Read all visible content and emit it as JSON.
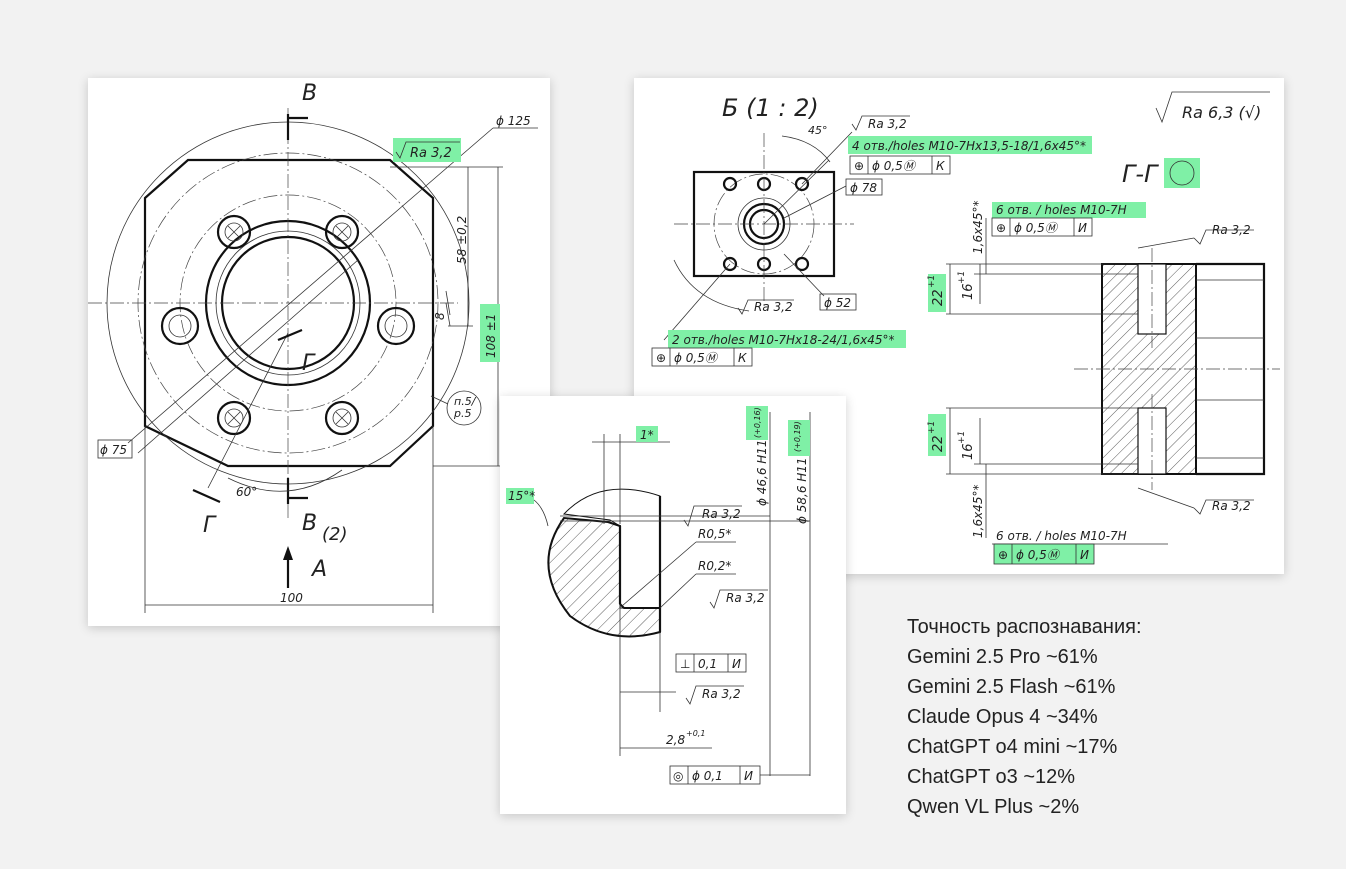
{
  "front_view": {
    "section_label_top": "В",
    "section_label_bottom": "В",
    "section_label_bottom_sub": "(2)",
    "view_label": "А",
    "cut_label": "Г",
    "cut_label_center": "Г",
    "d125": "ϕ 125",
    "d75": "ϕ 75",
    "ra": "Ra 3,2",
    "dim58": "58 ±0,2",
    "dim108": "108 ±1",
    "dim8": "8",
    "dim100": "100",
    "angle60": "60°",
    "note_p5": "п.5/",
    "note_p5b": "р.5"
  },
  "detail_b": {
    "title": "Б (1 : 2)",
    "angle45": "45°",
    "ra_top": "Ra 3,2",
    "holes4": "4 отв./holes M10-7Hx13,5-18/1,6x45°*",
    "tol_top": [
      "⊕",
      "ϕ 0,5Ⓜ",
      "К"
    ],
    "d78": "ϕ 78",
    "d52": "ϕ 52",
    "ra_bottom": "Ra 3,2",
    "holes2": "2 отв./holes M10-7Hx18-24/1,6x45°*",
    "tol_bottom": [
      "⊕",
      "ϕ 0,5Ⓜ",
      "К"
    ]
  },
  "section_g": {
    "title": "Г-Г",
    "roughness_general": "Ra 6,3 (√)",
    "holes6_top": "6 отв. / holes M10-7H",
    "tol_top": [
      "⊕",
      "ϕ 0,5Ⓜ",
      "И"
    ],
    "ra_top": "Ra 3,2",
    "chamfer_top": "1,6x45°*",
    "dim22_top": "22",
    "dim22_top_tol": "+1",
    "dim16_top": "16",
    "dim16_top_tol": "+1",
    "dim22_bottom": "22",
    "dim22_bottom_tol": "+1",
    "dim16_bottom": "16",
    "dim16_bottom_tol": "+1",
    "chamfer_bottom": "1,6x45°*",
    "ra_bottom": "Ra 3,2",
    "holes6_bottom": "6 отв. / holes M10-7H",
    "tol_bottom": [
      "⊕",
      "ϕ 0,5Ⓜ",
      "И"
    ]
  },
  "detail_groove": {
    "dim1": "1*",
    "angle15": "15°*",
    "d466": "ϕ 46,6 H11",
    "d466_tol": "(+0,16)",
    "d586": "ϕ 58,6 H11",
    "d586_tol": "(+0,19)",
    "ra1": "Ra 3,2",
    "r05": "R0,5*",
    "r02": "R0,2*",
    "ra2": "Ra 3,2",
    "tol_perp": [
      "⊥",
      "0,1",
      "И"
    ],
    "ra3": "Ra 3,2",
    "dim28": "2,8",
    "dim28_tol": "+0,1",
    "tol_conc": [
      "◎",
      "ϕ 0,1",
      "И"
    ]
  },
  "legend": {
    "title": "Точность распознавания:",
    "items": [
      "Gemini 2.5 Pro ~61%",
      "Gemini 2.5 Flash ~61%",
      "Claude Opus 4 ~34%",
      "ChatGPT o4 mini ~17%",
      "ChatGPT o3 ~12%",
      "Qwen VL Plus ~2%"
    ]
  }
}
